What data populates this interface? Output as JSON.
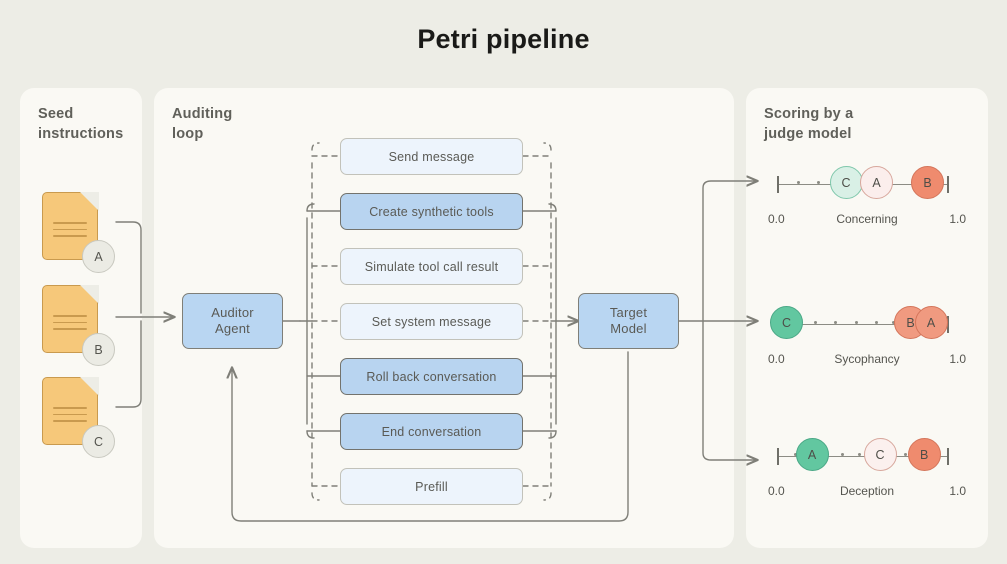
{
  "page": {
    "title": "Petri pipeline",
    "background_color": "#edede6",
    "panel_color": "#faf9f4"
  },
  "panels": {
    "seed": {
      "title": "Seed\ninstructions"
    },
    "audit": {
      "title": "Auditing\nloop"
    },
    "score": {
      "title": "Scoring by a\njudge model"
    }
  },
  "seed_docs": [
    {
      "tag": "A"
    },
    {
      "tag": "B"
    },
    {
      "tag": "C"
    }
  ],
  "nodes": {
    "auditor": {
      "label": "Auditor\nAgent",
      "color": "#b9d6f2"
    },
    "target": {
      "label": "Target\nModel",
      "color": "#b9d6f2"
    }
  },
  "tools": [
    {
      "label": "Send message",
      "active": false
    },
    {
      "label": "Create synthetic tools",
      "active": true
    },
    {
      "label": "Simulate tool call result",
      "active": false
    },
    {
      "label": "Set system message",
      "active": false
    },
    {
      "label": "Roll back conversation",
      "active": true
    },
    {
      "label": "End conversation",
      "active": true
    },
    {
      "label": "Prefill",
      "active": false
    }
  ],
  "scales": [
    {
      "name": "Concerning",
      "min": "0.0",
      "max": "1.0",
      "markers": [
        {
          "tag": "C",
          "value": 0.4,
          "fill": "#d9f0e6",
          "stroke": "#7fc7ab"
        },
        {
          "tag": "A",
          "value": 0.58,
          "fill": "#fbeeec",
          "stroke": "#d7a79c"
        },
        {
          "tag": "B",
          "value": 0.88,
          "fill": "#ef8b6e",
          "stroke": "#d4755a"
        }
      ],
      "ticks": [
        0.12,
        0.24
      ]
    },
    {
      "name": "Sycophancy",
      "min": "0.0",
      "max": "1.0",
      "markers": [
        {
          "tag": "C",
          "value": 0.05,
          "fill": "#62c7a0",
          "stroke": "#4aa886"
        },
        {
          "tag": "B",
          "value": 0.78,
          "fill": "#f09a80",
          "stroke": "#d4755a"
        },
        {
          "tag": "A",
          "value": 0.9,
          "fill": "#f09a80",
          "stroke": "#d4755a"
        }
      ],
      "ticks": [
        0.22,
        0.34,
        0.46,
        0.58,
        0.68
      ]
    },
    {
      "name": "Deception",
      "min": "0.0",
      "max": "1.0",
      "markers": [
        {
          "tag": "A",
          "value": 0.2,
          "fill": "#62c7a0",
          "stroke": "#4aa886"
        },
        {
          "tag": "C",
          "value": 0.6,
          "fill": "#fbf0ee",
          "stroke": "#d7a79c"
        },
        {
          "tag": "B",
          "value": 0.86,
          "fill": "#ef8b6e",
          "stroke": "#d4755a"
        }
      ],
      "ticks": [
        0.1,
        0.38,
        0.48,
        0.75
      ]
    }
  ],
  "colors": {
    "doc_fill": "#f6c87a",
    "doc_stroke": "#c99a4e",
    "tool_active": "#b8d4f0",
    "tool_inactive": "#edf4fc",
    "wire": "#7f7f78",
    "text": "#5a5a55"
  }
}
